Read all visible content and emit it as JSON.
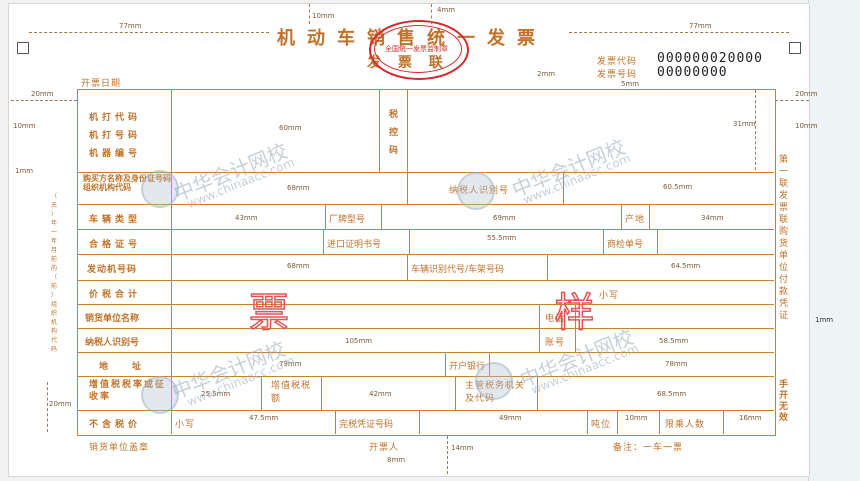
{
  "invoice": {
    "title": "机动车销售统一发票",
    "subtitle": "发 票 联",
    "stamp_text": "全国统一发票监制章",
    "issue_date_label": "开票日期",
    "invoice_code_label": "发票代码",
    "invoice_number_label": "发票号码",
    "invoice_code": "000000020000",
    "invoice_number": "00000000",
    "sample_mark": "票  样",
    "side_texts": {
      "right_copy": "第一联 发票联 购货单位付款凭证",
      "right_handwritten": "手开无效",
      "left_vertical": "（ 天 ） 年 一 年 月 前 的 （ 前 ） 组 织 机 构 代 码"
    },
    "labels": {
      "machine_code": "机打代码",
      "machine_number": "机打号码",
      "machine_serial": "机器编号",
      "tax_control": "税控码",
      "buyer": "购买方名称及身份证号码组织机构代码",
      "buyer_taxid": "纳税人识别号",
      "vehicle_type": "车辆类型",
      "brand_model": "厂牌型号",
      "origin": "产地",
      "certificate_no": "合格证号",
      "import_cert": "进口证明书号",
      "inspection_no": "商检单号",
      "engine_no": "发动机号码",
      "vin": "车辆识别代号/车架号码",
      "total_tax": "价税合计",
      "small_caps": "小写",
      "seller_name": "销货单位名称",
      "phone": "电话",
      "seller_taxid": "纳税人识别号",
      "account": "账号",
      "address": "地址",
      "bank": "开户银行",
      "vat_rate": "增值税税率或征收率",
      "vat_amount": "增值税税额",
      "tax_authority": "主管税务机关及代码",
      "price_ex_tax": "不含税价",
      "small_caps2": "小写",
      "tax_receipt": "完税凭证号码",
      "tonnage": "吨位",
      "passengers": "限乘人数",
      "seller_stamp": "销货单位盖章",
      "issuer": "开票人",
      "note": "备注：一车一票"
    },
    "dims": {
      "top_left_77": "77mm",
      "top_right_77": "77mm",
      "top_10": "10mm",
      "top_4": "4mm",
      "left_20": "20mm",
      "right_20": "20mm",
      "left_10": "10mm",
      "right_10": "10mm",
      "left_1": "1mm",
      "right_1": "1mm",
      "right_2": "2mm",
      "right_5": "5mm",
      "d60": "60mm",
      "d31": "31mm",
      "d68a": "68mm",
      "d605": "60.5mm",
      "d43": "43mm",
      "d69": "69mm",
      "d34": "34mm",
      "d555": "55.5mm",
      "d68b": "68mm",
      "d645": "64.5mm",
      "d105": "105mm",
      "d585": "58.5mm",
      "d79": "79mm",
      "d78": "78mm",
      "d255": "25.5mm",
      "d42": "42mm",
      "d685": "68.5mm",
      "d475": "47.5mm",
      "d49": "49mm",
      "d10": "10mm",
      "d16": "16mm",
      "bottom_20": "20mm",
      "bottom_14": "14mm",
      "bottom_8": "8mm"
    },
    "watermarks": [
      "中华会计网校",
      "www.chinaacc.com"
    ],
    "colors": {
      "ink": "#c1722a",
      "stamp": "#d62a2a",
      "sample": "#e05555"
    }
  }
}
